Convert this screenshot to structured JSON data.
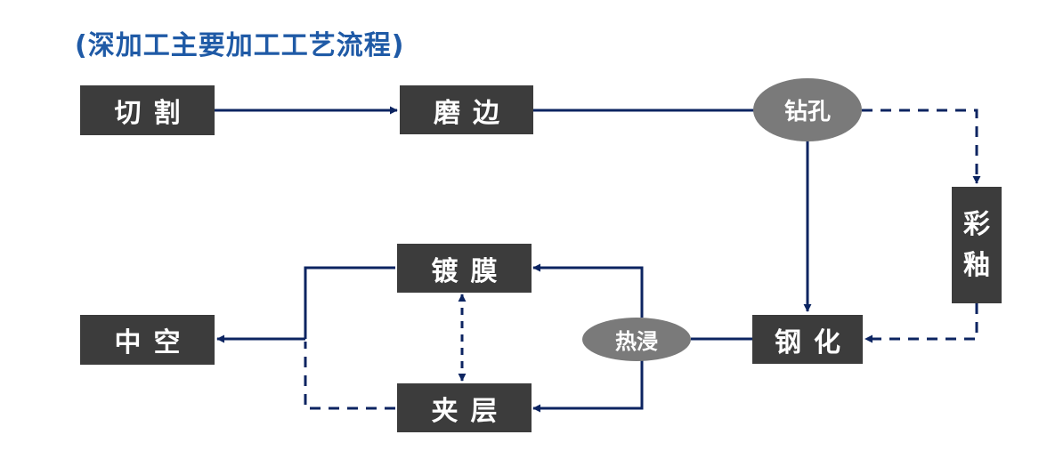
{
  "title": "(深加工主要加工工艺流程)",
  "nodes": {
    "cut": "切割",
    "edge": "磨边",
    "drill": "钻孔",
    "glaze_1": "彩",
    "glaze_2": "釉",
    "temper": "钢化",
    "dip": "热浸",
    "coat": "镀膜",
    "laminate": "夹层",
    "hollow": "中空"
  },
  "colors": {
    "title": "#1f5aa6",
    "box": "#3c3c3c",
    "ellipse": "#7a7a7a",
    "line": "#0c2461"
  }
}
